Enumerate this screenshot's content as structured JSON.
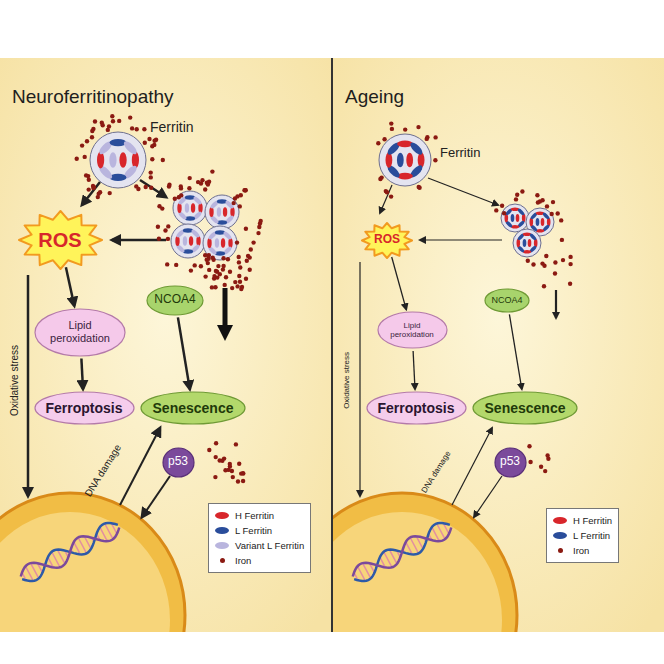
{
  "diagram": {
    "nodes": [
      {
        "text": [
          "Neuroferritinopathy"
        ]
      },
      {
        "text": [
          "ROS"
        ],
        "in": 0
      },
      {
        "text": [
          "Lipid peroxidation"
        ],
        "in": 0
      },
      {
        "text": [
          "NCOA4"
        ],
        "in": 0
      },
      {
        "text": [
          "Ferroptosis"
        ],
        "in": 0
      },
      {
        "text": [
          "Senescence"
        ],
        "in": 0
      },
      {
        "text": [
          "p53"
        ],
        "in": 0
      },
      {
        "text": [
          "Ageing"
        ]
      },
      {
        "text": [
          "ROS"
        ],
        "in": 7
      },
      {
        "text": [
          "Lipid peroxidation"
        ],
        "in": 7
      },
      {
        "text": [
          "NCOA4"
        ],
        "in": 7
      },
      {
        "text": [
          "Ferroptosis"
        ],
        "in": 7
      },
      {
        "text": [
          "Senescence"
        ],
        "in": 7
      },
      {
        "text": [
          "p53"
        ],
        "in": 7
      }
    ],
    "edges": [
      {
        "from": 1,
        "to": 2,
        "arrow": "to"
      },
      {
        "from": 2,
        "to": 4,
        "arrow": "to"
      },
      {
        "from": 3,
        "to": 5,
        "arrow": "to"
      },
      {
        "from": 8,
        "to": 9,
        "arrow": "to"
      },
      {
        "from": 9,
        "to": 11,
        "arrow": "to"
      },
      {
        "from": 10,
        "to": 12,
        "arrow": "to"
      }
    ],
    "labels": [
      "Ferritin",
      "Oxidative stress",
      "DNA damage",
      "Ferritin",
      "Oxidative stress",
      "DNA damage"
    ],
    "legend": [
      {
        "text": "H Ferritin",
        "color": "#d8262b"
      },
      {
        "text": "L Ferritin",
        "color": "#2a4d9b"
      },
      {
        "text": "Variant L Ferritin",
        "color": "#b9b5de"
      },
      {
        "text": "Iron",
        "color": "#8b1a12"
      },
      {
        "text": "H Ferritin",
        "color": "#d8262b"
      },
      {
        "text": "L Ferritin",
        "color": "#2a4d9b"
      },
      {
        "text": "Iron",
        "color": "#8b1a12"
      }
    ]
  }
}
